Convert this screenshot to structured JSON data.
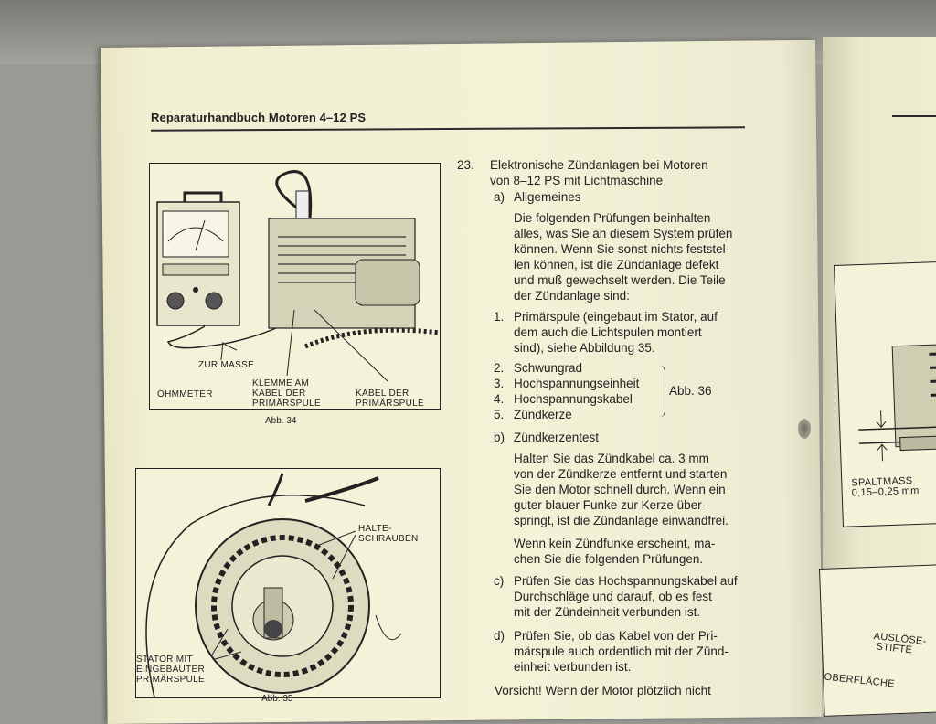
{
  "header": {
    "running_head": "Reparaturhandbuch Motoren 4–12 PS"
  },
  "figure34": {
    "caption": "Abb. 34",
    "labels": {
      "zur_masse": "ZUR MASSE",
      "ohmmeter": "OHMMETER",
      "klemme": [
        "KLEMME AM",
        "KABEL DER",
        "PRIMÄRSPULE"
      ],
      "kabel": [
        "KABEL DER",
        "PRIMÄRSPULE"
      ]
    }
  },
  "figure35": {
    "caption": "Abb. 35",
    "labels": {
      "halte": [
        "HALTE-",
        "SCHRAUBEN"
      ],
      "stator": [
        "STATOR MIT",
        "EINGEBAUTER",
        "PRIMÄRSPULE"
      ]
    }
  },
  "section": {
    "number": "23.",
    "title_lines": [
      "Elektronische Zündanlagen bei Motoren",
      "von 8–12 PS mit Lichtmaschine"
    ],
    "a_label": "a)",
    "a_title": "Allgemeines",
    "a_para": [
      "Die folgenden Prüfungen beinhalten",
      "alles, was Sie an diesem System prüfen",
      "können. Wenn Sie sonst nichts feststel-",
      "len können, ist die Zündanlage defekt",
      "und muß gewechselt werden. Die Teile",
      "der Zündanlage sind:"
    ],
    "items": [
      {
        "n": "1.",
        "lines": [
          "Primärspule (eingebaut im Stator, auf",
          "dem auch die Lichtspulen montiert",
          "sind), siehe Abbildung 35."
        ]
      },
      {
        "n": "2.",
        "lines": [
          "Schwungrad"
        ]
      },
      {
        "n": "3.",
        "lines": [
          "Hochspannungseinheit"
        ]
      },
      {
        "n": "4.",
        "lines": [
          "Hochspannungskabel"
        ]
      },
      {
        "n": "5.",
        "lines": [
          "Zündkerze"
        ]
      }
    ],
    "brace_ref": "Abb. 36",
    "b_label": "b)",
    "b_title": "Zündkerzentest",
    "b_para1": [
      "Halten Sie das Zündkabel ca. 3 mm",
      "von der Zündkerze entfernt und starten",
      "Sie den Motor schnell durch. Wenn ein",
      "guter blauer Funke zur Kerze über-",
      "springt, ist die Zündanlage einwandfrei."
    ],
    "b_para2": [
      "Wenn kein Zündfunke erscheint, ma-",
      "chen Sie die folgenden Prüfungen."
    ],
    "c_label": "c)",
    "c_lines": [
      "Prüfen Sie das Hochspannungskabel auf",
      "Durchschläge und darauf, ob es fest",
      "mit der Zündeinheit verbunden ist."
    ],
    "d_label": "d)",
    "d_lines": [
      "Prüfen Sie, ob das Kabel von der Pri-",
      "märspule auch ordentlich mit der Zünd-",
      "einheit verbunden ist."
    ],
    "vorsicht": "Vorsicht! Wenn der Motor plötzlich nicht"
  },
  "right_page": {
    "spaltmass": [
      "SPALTMASS",
      "0,15–0,25 mm"
    ],
    "ausloese": [
      "AUSLÖSE-",
      "STIFTE"
    ],
    "oberflaeche": "OBERFLÄCHE"
  }
}
